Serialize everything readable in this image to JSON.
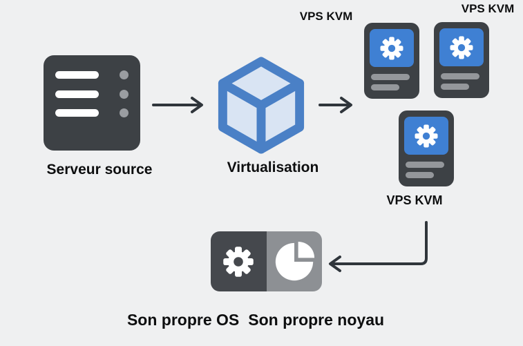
{
  "diagram": {
    "background_color": "#eff0f1",
    "arrow_color": "#2f353b",
    "labels": {
      "server": "Serveur source",
      "virtualization": "Virtualisation",
      "vps_top_left": "VPS KVM",
      "vps_top_right": "VPS KVM",
      "vps_middle": "VPS KVM",
      "own_os": "Son propre OS",
      "own_kernel": "Son propre noyau"
    },
    "colors": {
      "dark_icon_body": "#3d4145",
      "blue_screen": "#3f80d3",
      "cube_stroke": "#4a80c6",
      "cube_fill": "#d9e4f3",
      "gray_bar": "#94979b",
      "os_left_half": "#45484d",
      "os_right_half": "#8d9094",
      "white": "#ffffff"
    },
    "icons": {
      "source": "server-icon",
      "virtualization": "cube-icon",
      "vps": "vps-gear-icon",
      "os": "gear-icon",
      "kernel": "pie-chart-icon"
    }
  }
}
